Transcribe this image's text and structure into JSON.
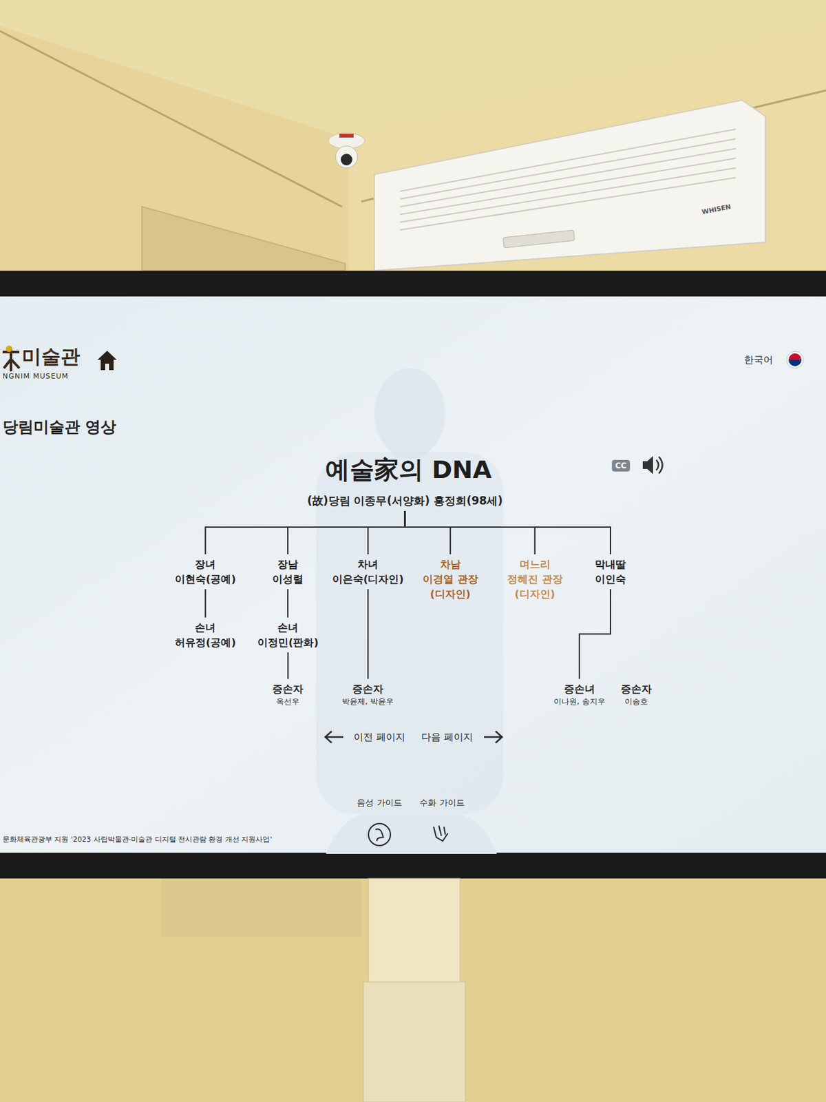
{
  "diagram": {
    "title": "예술家의 DNA",
    "nodes": [
      {
        "text": [
          "(故)당림 이종무(서양화) 홍정희(98세)"
        ]
      },
      {
        "text": [
          "장녀",
          "이현숙(공예)"
        ]
      },
      {
        "text": [
          "장남",
          "이성렬"
        ]
      },
      {
        "text": [
          "차녀",
          "이은숙(디자인)"
        ]
      },
      {
        "text": [
          "차남",
          "이경열 관장",
          "(디자인)"
        ]
      },
      {
        "text": [
          "며느리",
          "정혜진 관장",
          "(디자인)"
        ]
      },
      {
        "text": [
          "막내딸",
          "이인숙"
        ]
      },
      {
        "text": [
          "손녀",
          "허유정(공예)"
        ]
      },
      {
        "text": [
          "손녀",
          "이정민(판화)"
        ]
      },
      {
        "text": [
          "증손자",
          "옥선우"
        ]
      },
      {
        "text": [
          "증손자",
          "박윤제, 박윤우"
        ]
      },
      {
        "text": [
          "증손녀",
          "이나원, 송지우"
        ]
      },
      {
        "text": [
          "증손자",
          "이승호"
        ]
      }
    ],
    "edges": [
      {
        "from": 0,
        "to": 1,
        "arrow": "none"
      },
      {
        "from": 0,
        "to": 2,
        "arrow": "none"
      },
      {
        "from": 0,
        "to": 3,
        "arrow": "none"
      },
      {
        "from": 0,
        "to": 4,
        "arrow": "none"
      },
      {
        "from": 0,
        "to": 5,
        "arrow": "none"
      },
      {
        "from": 0,
        "to": 6,
        "arrow": "none"
      },
      {
        "from": 1,
        "to": 7,
        "arrow": "none"
      },
      {
        "from": 2,
        "to": 8,
        "arrow": "none"
      },
      {
        "from": 8,
        "to": 9,
        "arrow": "none"
      },
      {
        "from": 3,
        "to": 10,
        "arrow": "none"
      },
      {
        "from": 6,
        "to": 11,
        "arrow": "none"
      }
    ],
    "labels": [
      "미술관",
      "NGNIM MUSEUM",
      "한국어",
      "당림미술관 영상",
      "CC",
      "이전 페이지",
      "다음 페이지",
      "음성 가이드",
      "수화 가이드",
      "문화체육관광부 지원 '2023 사립박물관·미술관 디지털 전시관람 환경 개선 지원사업'",
      "WHISEN"
    ]
  }
}
